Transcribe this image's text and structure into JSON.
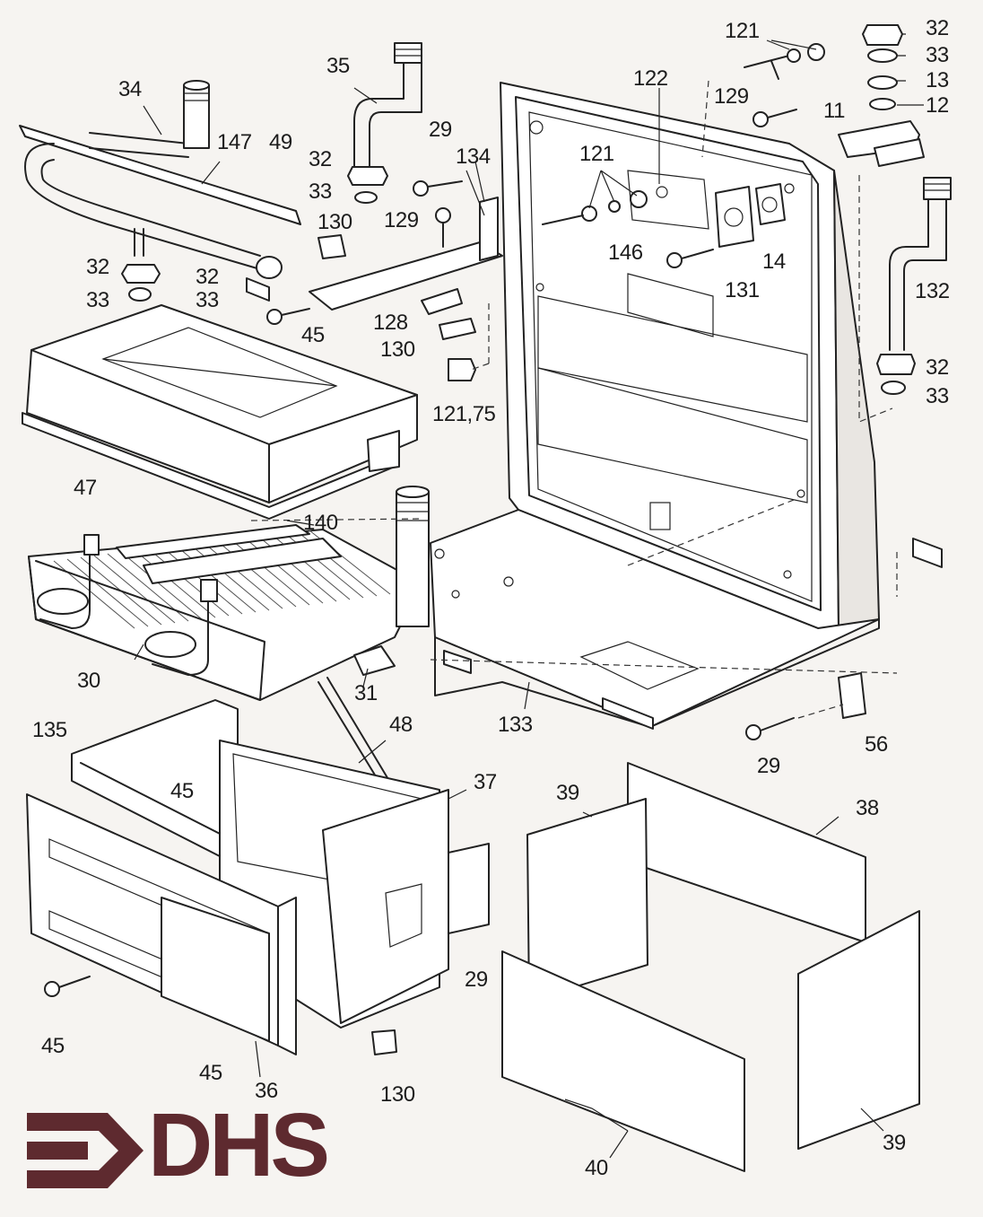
{
  "brand": {
    "logo_text": "DHS",
    "logo_color": "#5e2a2f"
  },
  "callouts": {
    "p34": "34",
    "p35": "35",
    "p147": "147",
    "p49": "49",
    "p29a": "29",
    "p134": "134",
    "p32a": "32",
    "p33a": "33",
    "p130a": "130",
    "p129a": "129",
    "p32b": "32",
    "p33b": "33",
    "p32c": "32",
    "p33c": "33",
    "p45a": "45",
    "p128": "128",
    "p130b": "130",
    "p121_75": "121,75",
    "p47": "47",
    "p121a": "121",
    "p122": "122",
    "p121b": "121",
    "p129b": "129",
    "p146": "146",
    "p131": "131",
    "p14": "14",
    "p11": "11",
    "p32d": "32",
    "p33d": "33",
    "p13": "13",
    "p12": "12",
    "p132": "132",
    "p32e": "32",
    "p33e": "33",
    "p140": "140",
    "p30": "30",
    "p31": "31",
    "p133": "133",
    "p48": "48",
    "p135": "135",
    "p45b": "45",
    "p37": "37",
    "p39a": "39",
    "p38": "38",
    "p29b": "29",
    "p56": "56",
    "p29c": "29",
    "p45c": "45",
    "p45d": "45",
    "p36": "36",
    "p130c": "130",
    "p40": "40",
    "p39b": "39"
  }
}
